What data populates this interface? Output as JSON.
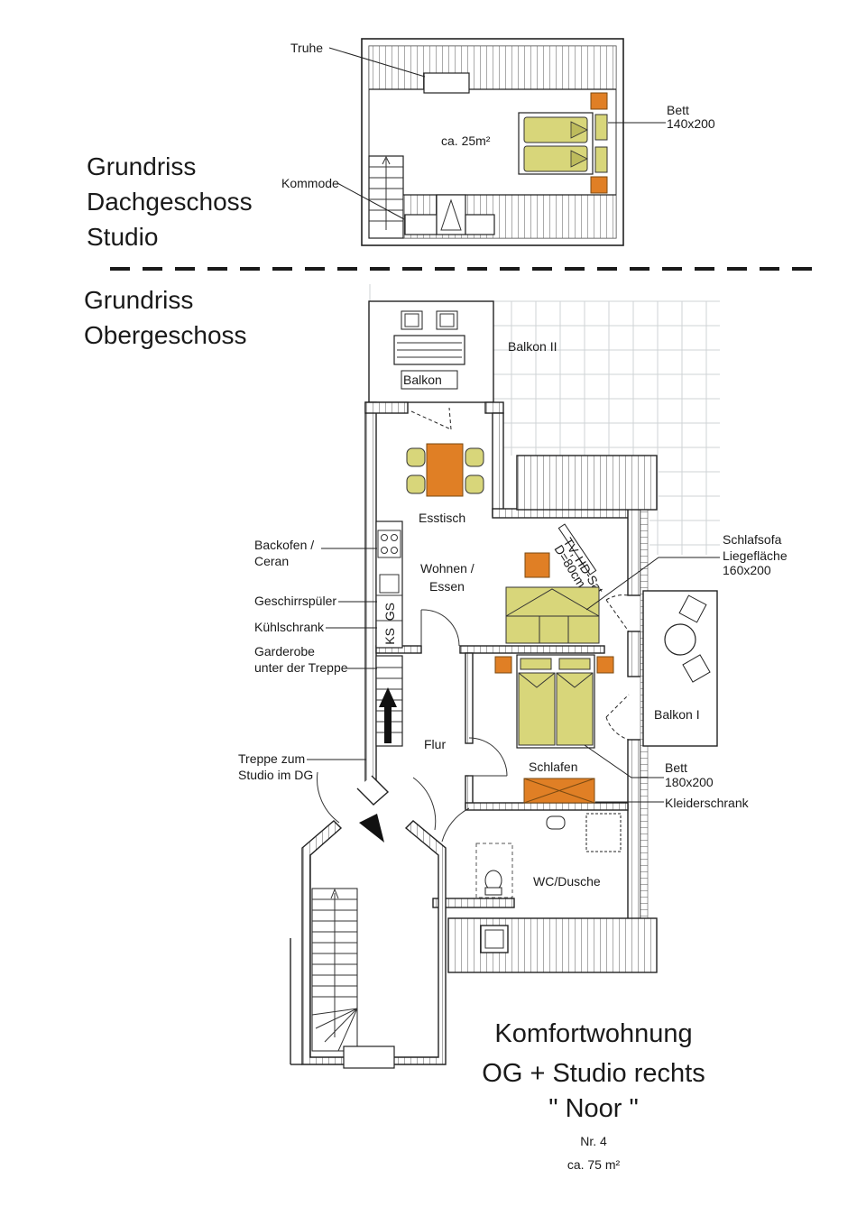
{
  "studio": {
    "title_lines": [
      "Grundriss",
      "Dachgeschoss",
      "Studio"
    ],
    "area": "ca. 25m²",
    "labels": {
      "truhe": "Truhe",
      "kommode": "Kommode",
      "bett_line1": "Bett",
      "bett_line2": "140x200"
    }
  },
  "obergeschoss": {
    "title_lines": [
      "Grundriss",
      "Obergeschoss"
    ],
    "rooms": {
      "balkon2": "Balkon II",
      "balkon_sign": "Balkon",
      "esstisch": "Esstisch",
      "wohnen_line1": "Wohnen /",
      "wohnen_line2": "Essen",
      "tv_line1": "TV, HD-Sat",
      "tv_line2": "D=80cm",
      "flur": "Flur",
      "schlafen": "Schlafen",
      "wc": "WC/Dusche",
      "balkon1": "Balkon I"
    },
    "callouts": {
      "backofen_line1": "Backofen /",
      "backofen_line2": "Ceran",
      "geschirr": "Geschirrspüler",
      "kuehl": "Kühlschrank",
      "garderobe_line1": "Garderobe",
      "garderobe_line2": "unter der Treppe",
      "treppe_line1": "Treppe zum",
      "treppe_line2": "Studio im DG",
      "schlafsofa_line1": "Schlafsofa",
      "schlafsofa_line2": "Liegefläche",
      "schlafsofa_line3": "160x200",
      "bett_line1": "Bett",
      "bett_line2": "180x200",
      "kleider": "Kleiderschrank"
    },
    "appliance_marks": {
      "gs": "GS",
      "ks": "KS"
    }
  },
  "summary": {
    "line1": "Komfortwohnung",
    "line2": "OG + Studio rechts",
    "line3": "\" Noor \"",
    "line4": "Nr. 4",
    "line5": "ca. 75 m²"
  },
  "colors": {
    "furniture": "#d8d67a",
    "accent": "#e07f25",
    "grid": "#cfd3d6"
  }
}
